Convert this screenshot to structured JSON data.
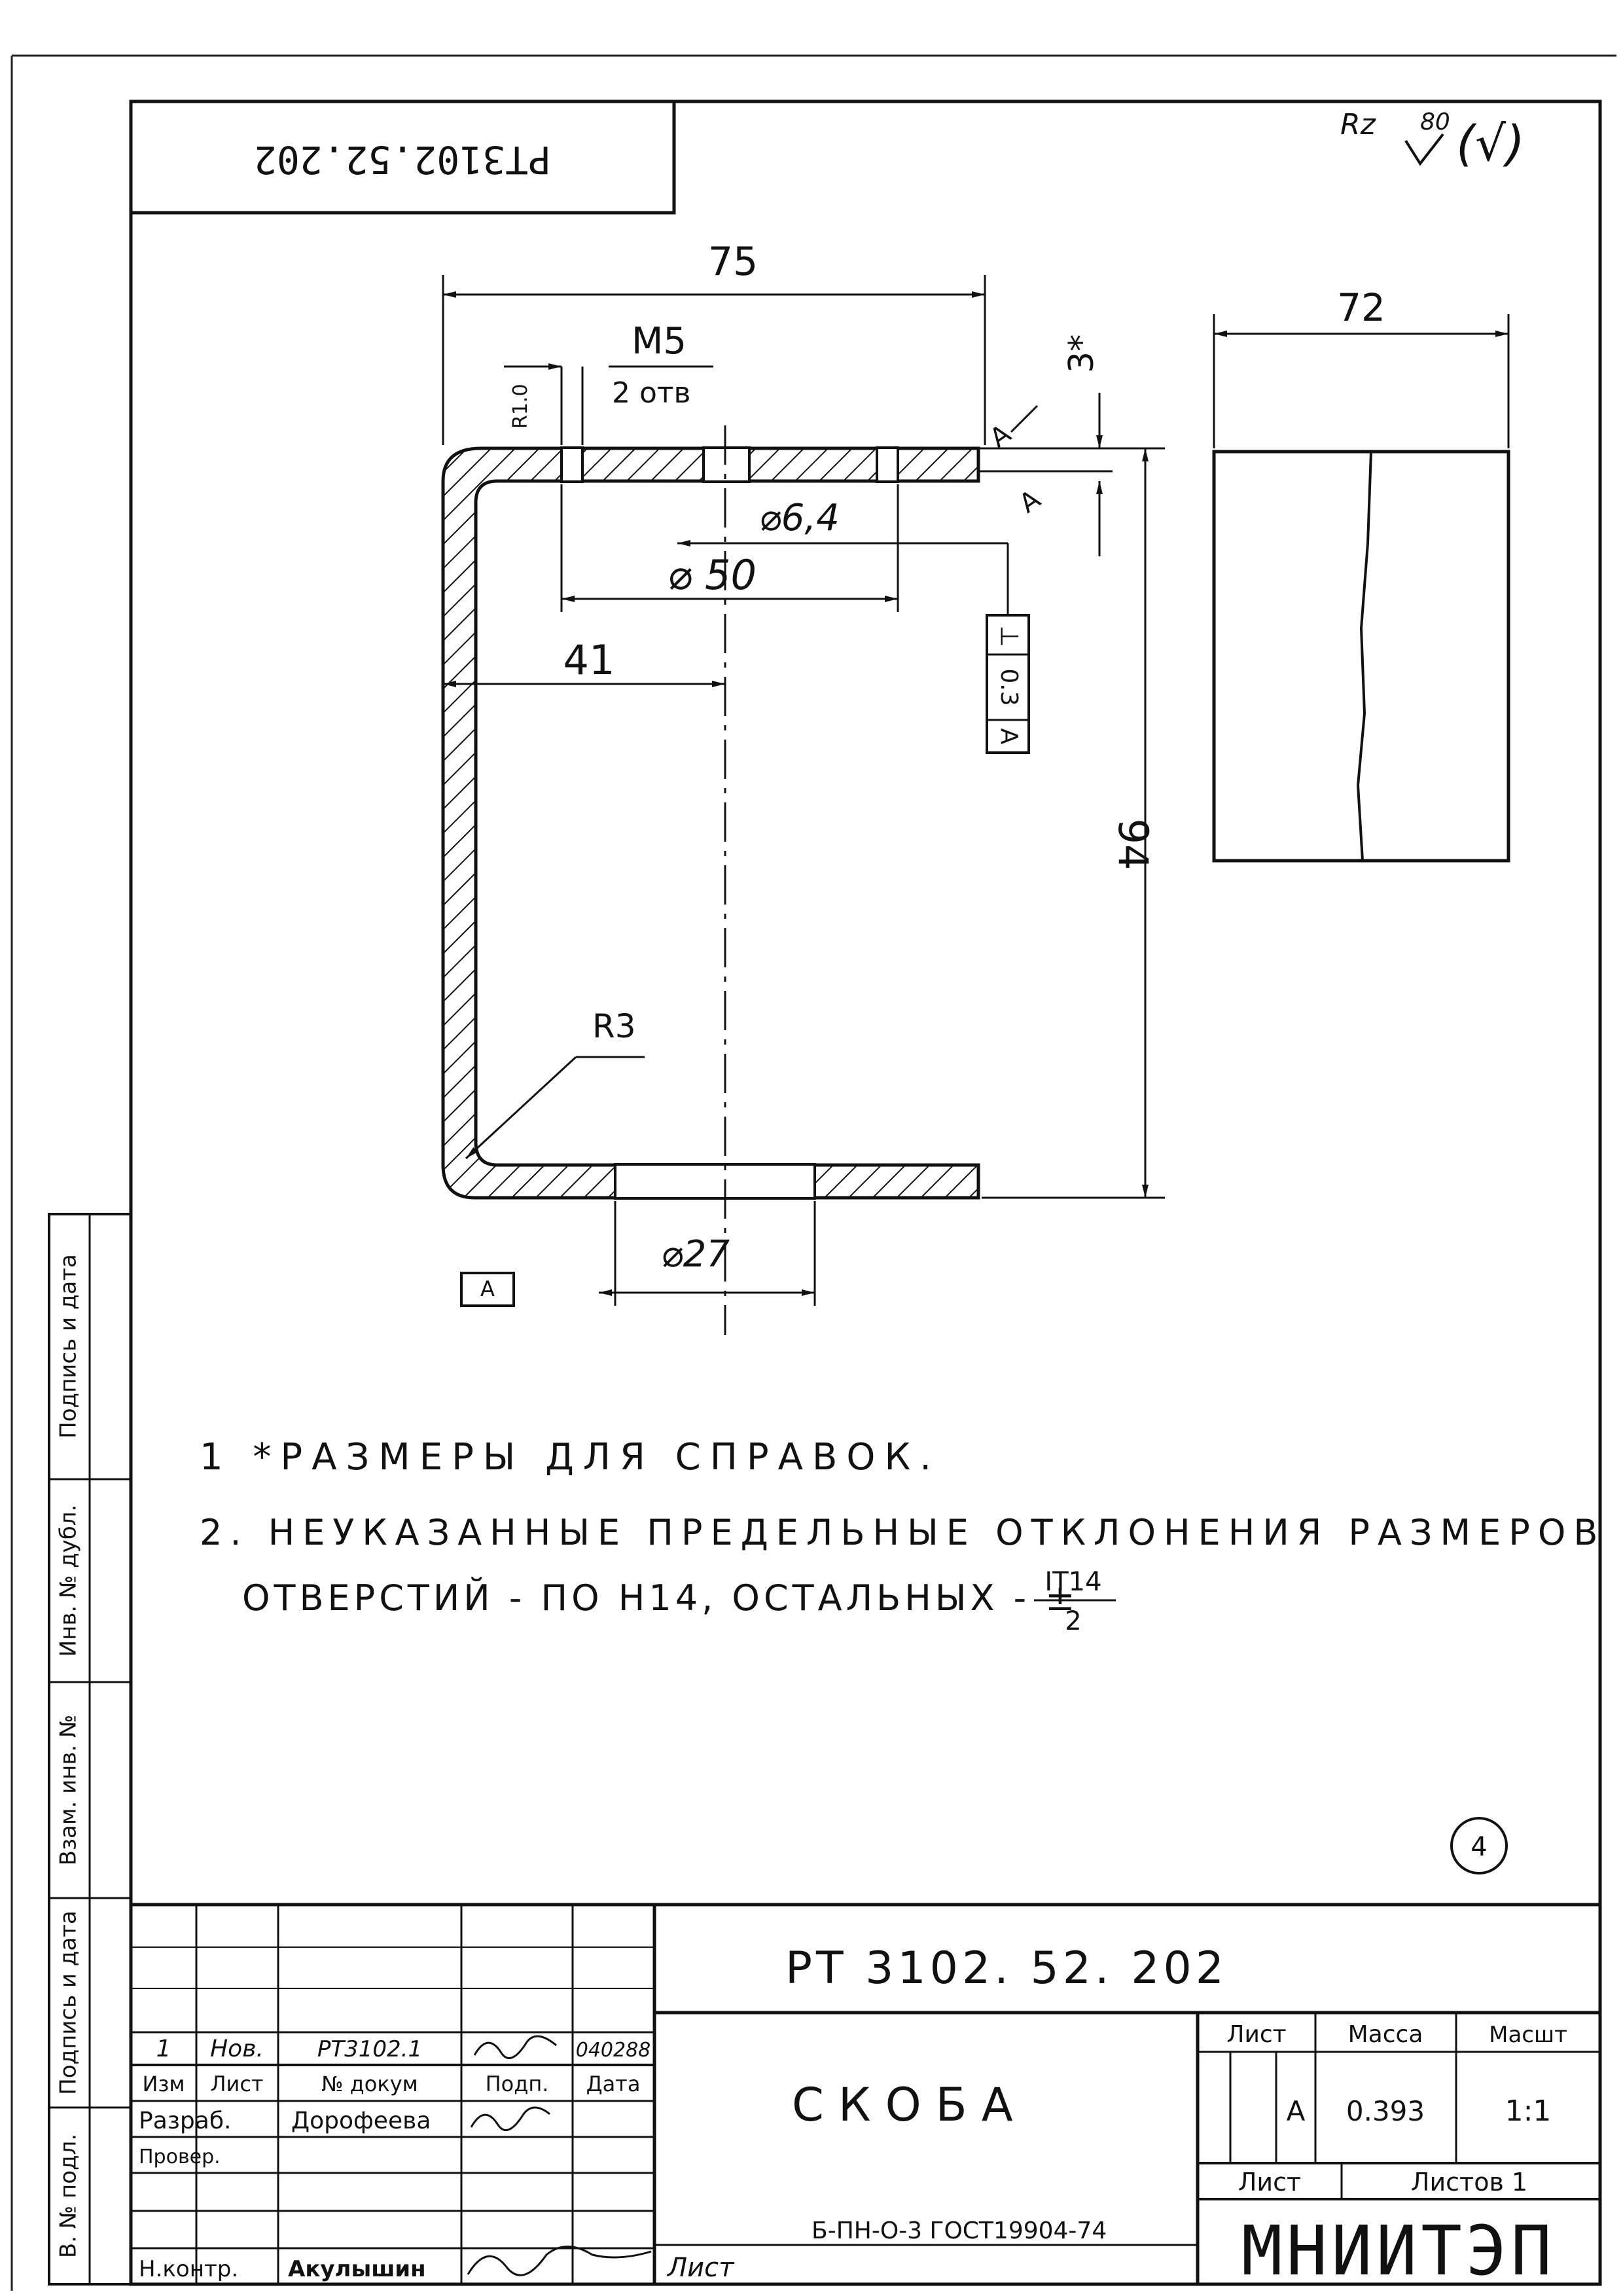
{
  "stamp_top": "РТ3102.52.202",
  "surface": {
    "rz_label": "Rz",
    "rz_value": "80",
    "rest_symbol": "(√)"
  },
  "front_view": {
    "dim_width": "75",
    "thread_line1": "М5",
    "thread_line2": "2 отв",
    "radius_small": "R1.0",
    "hole_diameter": "⌀6,4",
    "bolt_circle": "⌀ 50",
    "dim_41": "41",
    "dim_94": "94",
    "dim_thickness": "3*",
    "radius_bend": "R3",
    "bottom_hole": "⌀27",
    "datum_label": "А",
    "datum_box": "A",
    "tolerance": {
      "symbol": "⊥",
      "value": "0.3",
      "datum": "A"
    }
  },
  "side_view": {
    "dim_width": "72"
  },
  "notes": [
    "1 *РАЗМЕРЫ ДЛЯ СПРАВОК.",
    "2. НЕУКАЗАННЫЕ ПРЕДЕЛЬНЫЕ ОТКЛОНЕНИЯ РАЗМЕРОВ",
    "ОТВЕРСТИЙ - ПО Н14, ОСТАЛЬНЫХ - ±",
    "IT14",
    "2"
  ],
  "circle_mark": "4",
  "title_block": {
    "doc_number": "РТ 3102. 52. 202",
    "part_name": "СКОБА",
    "headers": {
      "sheet": "Лист",
      "mass": "Масса",
      "scale": "Масшт"
    },
    "letter": "А",
    "mass": "0.393",
    "scale": "1:1",
    "sheet_label": "Лист",
    "sheets_label": "Листов 1",
    "org": "МНИИТЭП",
    "material": "Б-ПН-О-3 ГОСТ19904-74",
    "list_word": "Лист",
    "revision_row": {
      "izm": "1",
      "list": "Нов.",
      "doc": "РТ3102.1",
      "date": "040288"
    },
    "row_headers": {
      "izm": "Изм",
      "list": "Лист",
      "doc": "№ докум",
      "sign": "Подп.",
      "date": "Дата"
    },
    "razrab_label": "Разраб.",
    "razrab_name": "Дорофеева",
    "prover_label": "Провер.",
    "nkontr_label": "Н.контр.",
    "nkontr_name": "Акулышин"
  },
  "side_stamp": [
    "Подпись и дата",
    "Инв. № дубл.",
    "Взам. инв. №",
    "Подпись и дата",
    "В. № подл."
  ]
}
